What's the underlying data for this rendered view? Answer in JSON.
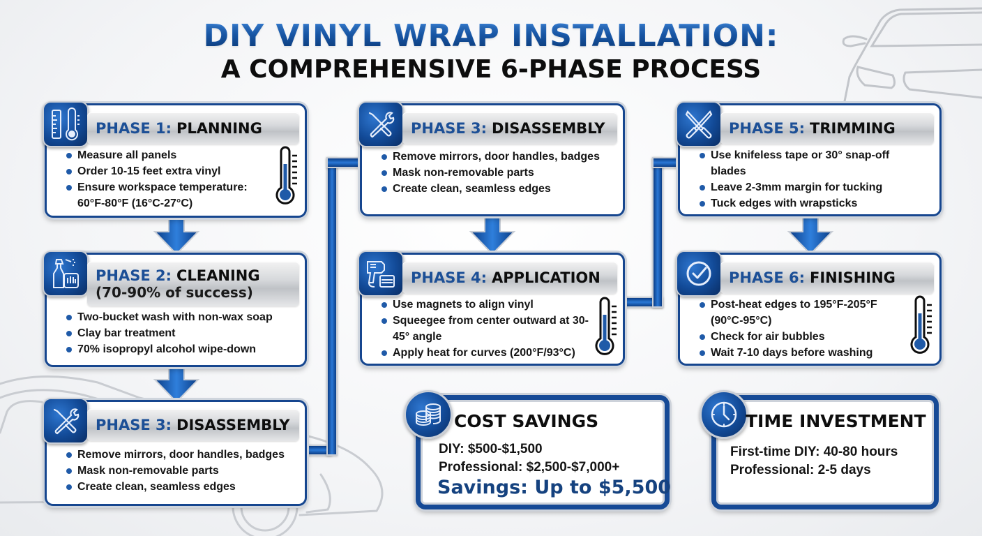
{
  "title": {
    "main": "DIY VINYL WRAP INSTALLATION:",
    "subtitle": "A COMPREHENSIVE 6-PHASE PROCESS"
  },
  "colors": {
    "accent_blue": "#1a57a8",
    "dark_blue": "#16468f",
    "silver": "#cfd5dd",
    "text": "#111111"
  },
  "phases": [
    {
      "number_label": "PHASE 1:",
      "name": "PLANNING",
      "icon": "ruler-thermometer-icon",
      "bullets": [
        "Measure all panels",
        "Order 10-15 feet extra vinyl",
        "Ensure workspace temperature: 60°F-80°F (16°C-27°C)"
      ],
      "side_icon": "thermometer-icon"
    },
    {
      "number_label": "PHASE 2:",
      "name": "CLEANING",
      "subtitle": "(70-90% of success)",
      "icon": "spray-bottle-cloth-icon",
      "bullets": [
        "Two-bucket wash with non-wax soap",
        "Clay bar treatment",
        "70% isopropyl alcohol wipe-down"
      ]
    },
    {
      "number_label": "PHASE 3:",
      "name": "DISASSEMBLY",
      "icon": "wrench-screwdriver-icon",
      "bullets": [
        "Remove mirrors, door handles, badges",
        "Mask non-removable parts",
        "Create clean, seamless edges"
      ]
    },
    {
      "number_label": "PHASE 3:",
      "name": "DISASSEMBLY",
      "icon": "wrench-screwdriver-icon",
      "bullets": [
        "Remove mirrors, door handles, badges",
        "Mask non-removable parts",
        "Create clean, seamless edges"
      ]
    },
    {
      "number_label": "PHASE 4:",
      "name": "APPLICATION",
      "icon": "heat-gun-squeegee-icon",
      "bullets": [
        "Use magnets to align vinyl",
        "Squeegee from center outward at 30-45° angle",
        "Apply heat for curves (200°F/93°C)"
      ],
      "side_icon": "thermometer-icon"
    },
    {
      "number_label": "PHASE 5:",
      "name": "TRIMMING",
      "icon": "crossed-knives-icon",
      "bullets": [
        "Use knifeless tape or 30° snap-off blades",
        "Leave 2-3mm margin for tucking",
        "Tuck edges with wrapsticks"
      ]
    },
    {
      "number_label": "PHASE 6:",
      "name": "FINISHING",
      "icon": "checkmark-circle-icon",
      "bullets": [
        "Post-heat edges to 195°F-205°F (90°C-95°C)",
        "Check for air bubbles",
        "Wait 7-10 days before washing"
      ],
      "side_icon": "thermometer-icon"
    }
  ],
  "cost_savings": {
    "icon": "coins-stack-icon",
    "title": "COST SAVINGS",
    "diy": "DIY: $500-$1,500",
    "professional": "Professional: $2,500-$7,000+",
    "savings": "Savings: Up to $5,500"
  },
  "time_investment": {
    "icon": "clock-icon",
    "title": "TIME INVESTMENT",
    "diy": "First-time DIY: 40-80 hours",
    "professional": "Professional: 2-5 days"
  }
}
